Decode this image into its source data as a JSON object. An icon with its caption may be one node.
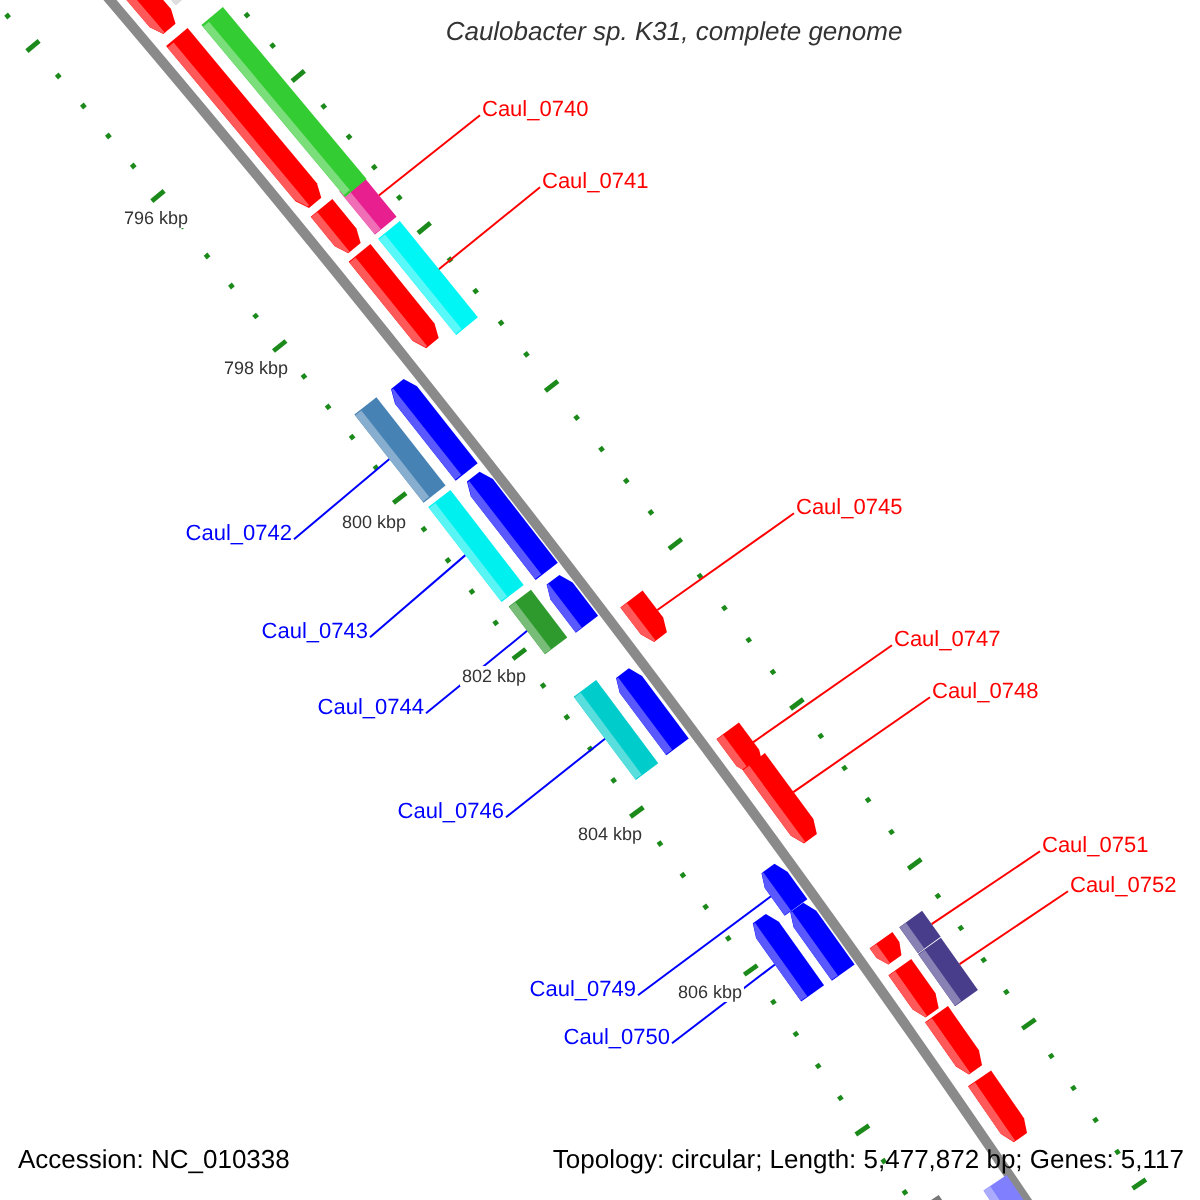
{
  "diagram": {
    "title": "Caulobacter sp. K31, complete genome",
    "nodes": [
      {
        "text": [
          "Caul_0740"
        ]
      },
      {
        "text": [
          "Caul_0741"
        ]
      },
      {
        "text": [
          "Caul_0742"
        ]
      },
      {
        "text": [
          "Caul_0743"
        ]
      },
      {
        "text": [
          "Caul_0744"
        ]
      },
      {
        "text": [
          "Caul_0745"
        ]
      },
      {
        "text": [
          "Caul_0746"
        ]
      },
      {
        "text": [
          "Caul_0747"
        ]
      },
      {
        "text": [
          "Caul_0748"
        ]
      },
      {
        "text": [
          "Caul_0749"
        ]
      },
      {
        "text": [
          "Caul_0750"
        ]
      },
      {
        "text": [
          "Caul_0751"
        ]
      },
      {
        "text": [
          "Caul_0752"
        ]
      },
      {
        "text": [],
        "shape": "bar"
      },
      {
        "text": [],
        "shape": "bar"
      },
      {
        "text": [],
        "shape": "bar"
      },
      {
        "text": [],
        "shape": "bar"
      },
      {
        "text": [],
        "shape": "bar"
      },
      {
        "text": [],
        "shape": "bar"
      },
      {
        "text": [],
        "shape": "bar"
      },
      {
        "text": [],
        "shape": "bar"
      },
      {
        "text": [],
        "shape": "bar"
      },
      {
        "text": [],
        "shape": "bar"
      },
      {
        "text": [],
        "shape": "bar"
      },
      {
        "text": [],
        "shape": "bar"
      },
      {
        "text": [],
        "shape": "bar"
      },
      {
        "text": [],
        "shape": "bar"
      },
      {
        "text": [],
        "shape": "bar"
      },
      {
        "text": [],
        "shape": "bar"
      },
      {
        "text": [],
        "shape": "bar"
      },
      {
        "text": [],
        "shape": "bar"
      },
      {
        "text": [],
        "shape": "bar"
      },
      {
        "text": [],
        "shape": "bar"
      },
      {
        "text": [],
        "shape": "bar"
      },
      {
        "text": [],
        "shape": "bar"
      },
      {
        "text": [],
        "shape": "bar"
      },
      {
        "text": [],
        "shape": "bar"
      },
      {
        "text": [],
        "shape": "bar"
      },
      {
        "text": [],
        "shape": "bar"
      },
      {
        "text": [],
        "shape": "bar"
      },
      {
        "text": [],
        "shape": "bar"
      },
      {
        "text": [],
        "shape": "bar"
      },
      {
        "text": [],
        "shape": "bar"
      }
    ],
    "edges": [
      {
        "from": 0,
        "to": 13,
        "arrow": "none"
      },
      {
        "from": 1,
        "to": 14,
        "arrow": "none"
      },
      {
        "from": 2,
        "to": 15,
        "arrow": "none",
        "color": "#0000ff"
      },
      {
        "from": 3,
        "to": 16,
        "arrow": "none",
        "color": "#0000ff"
      },
      {
        "from": 4,
        "to": 17,
        "arrow": "none",
        "color": "#0000ff"
      },
      {
        "from": 5,
        "to": 18,
        "arrow": "none"
      },
      {
        "from": 6,
        "to": 19,
        "arrow": "none",
        "color": "#0000ff"
      },
      {
        "from": 7,
        "to": 20,
        "arrow": "none"
      },
      {
        "from": 8,
        "to": 21,
        "arrow": "none"
      },
      {
        "from": 9,
        "to": 22,
        "arrow": "none",
        "color": "#0000ff"
      },
      {
        "from": 10,
        "to": 23,
        "arrow": "none",
        "color": "#0000ff"
      },
      {
        "from": 11,
        "to": 24,
        "arrow": "none"
      },
      {
        "from": 12,
        "to": 25,
        "arrow": "none"
      }
    ],
    "labels": [
      "796 kbp",
      "798 kbp",
      "800 kbp",
      "802 kbp",
      "804 kbp",
      "806 kbp",
      "Accession: NC_010338",
      "Topology: circular; Length: 5,477,872 bp; Genes: 5,117"
    ]
  }
}
